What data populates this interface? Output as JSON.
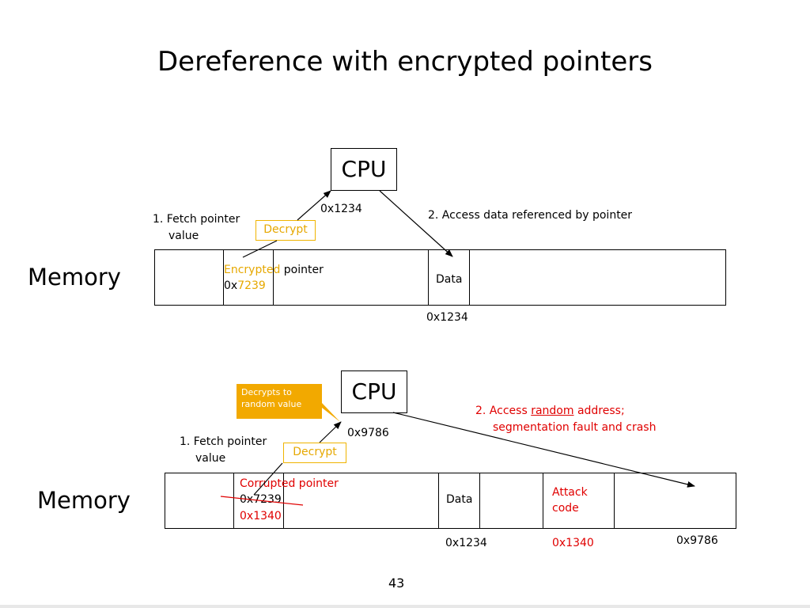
{
  "title": "Dereference with encrypted pointers",
  "page_number": "43",
  "top": {
    "cpu": "CPU",
    "memory_label": "Memory",
    "fetch_line1": "1. Fetch pointer",
    "fetch_line2": "value",
    "decrypt": "Decrypt",
    "cpu_addr": "0x1234",
    "access": "2. Access data referenced by pointer",
    "ptr_word1": "Encrypted",
    "ptr_word2": "pointer",
    "ptr_prefix": "0x",
    "ptr_value": "7239",
    "data": "Data",
    "data_addr": "0x1234"
  },
  "bottom": {
    "cpu": "CPU",
    "memory_label": "Memory",
    "callout_line1": "Decrypts to",
    "callout_line2": "random value",
    "cpu_addr": "0x9786",
    "fetch_line1": "1. Fetch pointer",
    "fetch_line2": "value",
    "decrypt": "Decrypt",
    "access_prefix": "2. Access ",
    "access_random": "random",
    "access_suffix": " address;",
    "access_line2": "segmentation fault and crash",
    "ptr_label": "Corrupted pointer",
    "ptr_old": "0x7239",
    "ptr_new": "0x1340",
    "data": "Data",
    "attack_line1": "Attack",
    "attack_line2": "code",
    "data_addr": "0x1234",
    "attack_addr": "0x1340",
    "far_addr": "0x9786"
  },
  "colors": {
    "highlight": "#e6a800",
    "error": "#e00000",
    "callout_bg": "#f2a900"
  }
}
